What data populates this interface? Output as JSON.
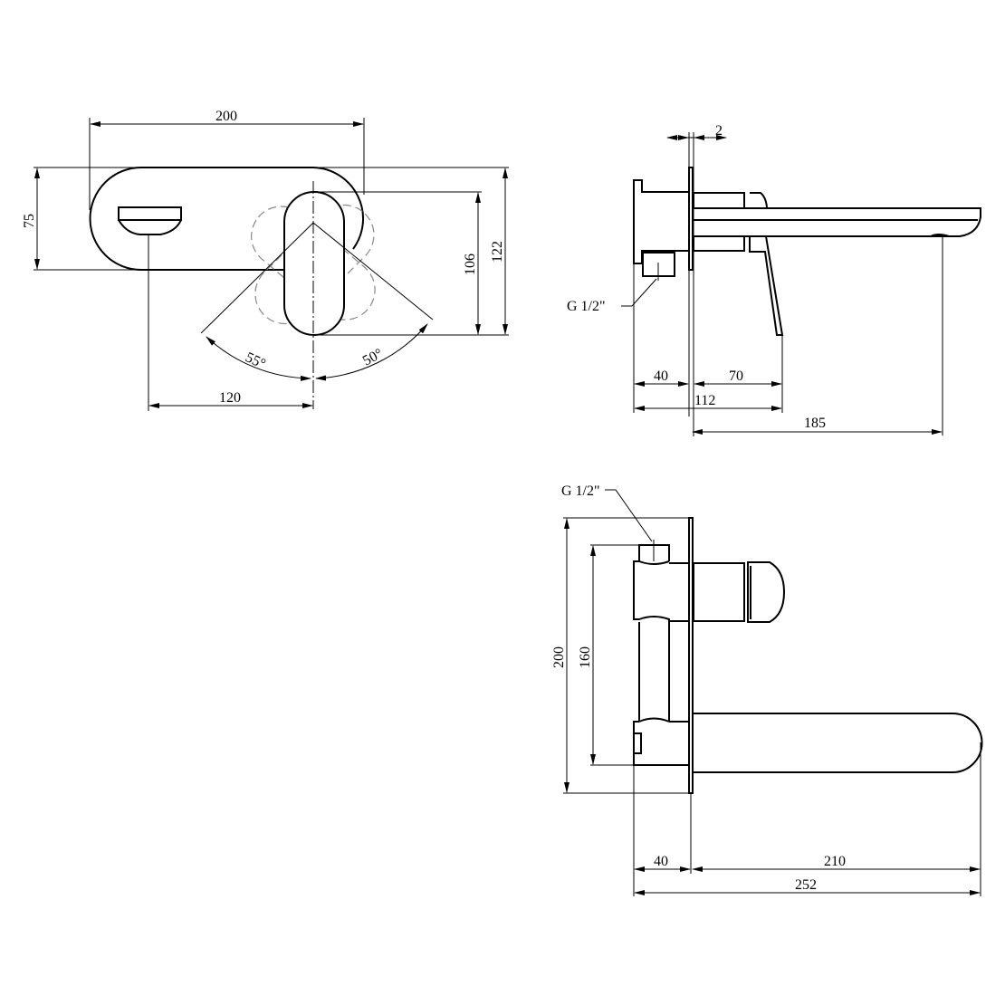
{
  "front_view": {
    "dim_width": "200",
    "dim_plate_height": "75",
    "dim_handle_height": "106",
    "dim_total_height": "122",
    "dim_spout_offset": "120",
    "angle_left": "55°",
    "angle_right": "50°"
  },
  "side_view": {
    "dim_plate_thickness": "2",
    "dim_body_depth": "40",
    "dim_handle_projection": "70",
    "dim_total_handle": "112",
    "dim_spout_projection": "185",
    "thread_label": "G 1/2\""
  },
  "top_view": {
    "dim_plate_height": "200",
    "dim_inlet_spacing": "160",
    "dim_body_depth": "40",
    "dim_spout_length": "210",
    "dim_total_length": "252",
    "thread_label": "G 1/2\""
  }
}
